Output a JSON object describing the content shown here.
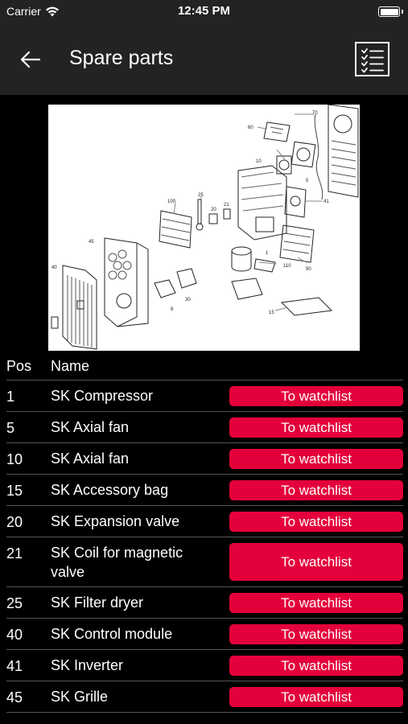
{
  "status_bar": {
    "carrier": "Carrier",
    "time": "12:45 PM"
  },
  "nav": {
    "title": "Spare parts",
    "back_icon": "arrow-left-icon",
    "watchlist_icon": "checklist-icon"
  },
  "colors": {
    "accent": "#e4003a",
    "header_bg": "#232323",
    "background": "#000000"
  },
  "diagram": {
    "labels": [
      "70",
      "60",
      "10",
      "5",
      "41",
      "100",
      "25",
      "20",
      "21",
      "15",
      "40",
      "1",
      "110",
      "90",
      "8",
      "30",
      "45"
    ]
  },
  "table": {
    "headers": {
      "pos": "Pos",
      "name": "Name"
    },
    "rows": [
      {
        "pos": "1",
        "name": "SK Compressor",
        "action": "To watchlist"
      },
      {
        "pos": "5",
        "name": "SK Axial fan",
        "action": "To watchlist"
      },
      {
        "pos": "10",
        "name": "SK Axial fan",
        "action": "To watchlist"
      },
      {
        "pos": "15",
        "name": "SK Accessory bag",
        "action": "To watchlist"
      },
      {
        "pos": "20",
        "name": "SK Expansion valve",
        "action": "To watchlist"
      },
      {
        "pos": "21",
        "name": "SK Coil for magnetic valve",
        "action": "To watchlist"
      },
      {
        "pos": "25",
        "name": "SK Filter dryer",
        "action": "To watchlist"
      },
      {
        "pos": "40",
        "name": "SK Control module",
        "action": "To watchlist"
      },
      {
        "pos": "41",
        "name": "SK Inverter",
        "action": "To watchlist"
      },
      {
        "pos": "45",
        "name": "SK Grille",
        "action": "To watchlist"
      }
    ]
  }
}
